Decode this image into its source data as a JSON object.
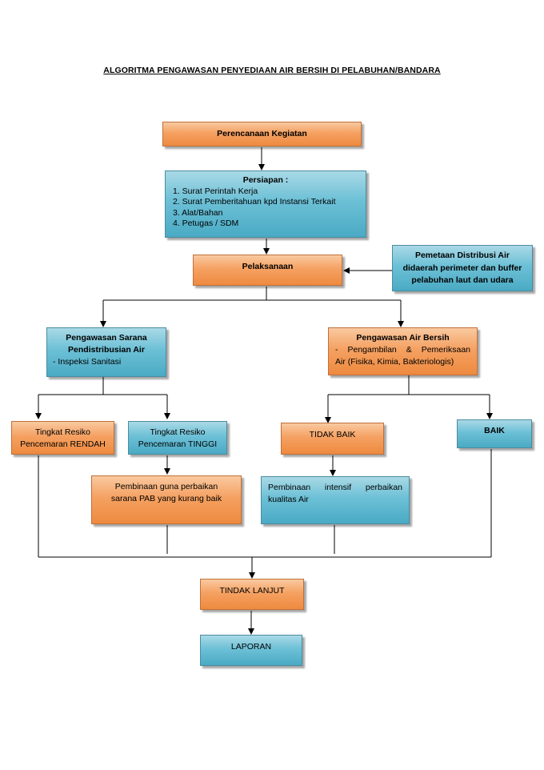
{
  "title": "ALGORITMA PENGAWASAN PENYEDIAAN AIR BERSIH DI PELABUHAN/BANDARA",
  "nodes": {
    "perencanaan": "Perencanaan Kegiatan",
    "persiapan": {
      "heading": "Persiapan :",
      "items": [
        "1. Surat Perintah Kerja",
        "2. Surat Pemberitahuan kpd Instansi Terkait",
        "3. Alat/Bahan",
        "4. Petugas / SDM"
      ]
    },
    "pelaksanaan": "Pelaksanaan",
    "pemetaan": [
      "Pemetaan Distribusi Air",
      "didaerah perimeter dan buffer",
      "pelabuhan laut dan udara"
    ],
    "sarana": {
      "heading1": "Pengawasan Sarana",
      "heading2": "Pendistribusian Air",
      "item": "- Inspeksi Sanitasi"
    },
    "air_bersih": {
      "heading": "Pengawasan Air Bersih",
      "line1": "- Pengambilan & Pemeriksaan",
      "line2": "Air (Fisika, Kimia, Bakteriologis)"
    },
    "resiko_rendah": [
      "Tingkat Resiko",
      "Pencemaran RENDAH"
    ],
    "resiko_tinggi": [
      "Tingkat Resiko",
      "Pencemaran  TINGGI"
    ],
    "tidak_baik": "TIDAK BAIK",
    "baik": "BAIK",
    "pembinaan_sarana": [
      "Pembinaan guna perbaikan",
      "sarana PAB yang kurang baik"
    ],
    "pembinaan_air": [
      "Pembinaan intensif perbaikan",
      "kualitas Air"
    ],
    "tindak_lanjut": "TINDAK LANJUT",
    "laporan": "LAPORAN"
  },
  "colors": {
    "orange": "#f5a162",
    "blue": "#6cc0d6",
    "line": "#000000"
  }
}
